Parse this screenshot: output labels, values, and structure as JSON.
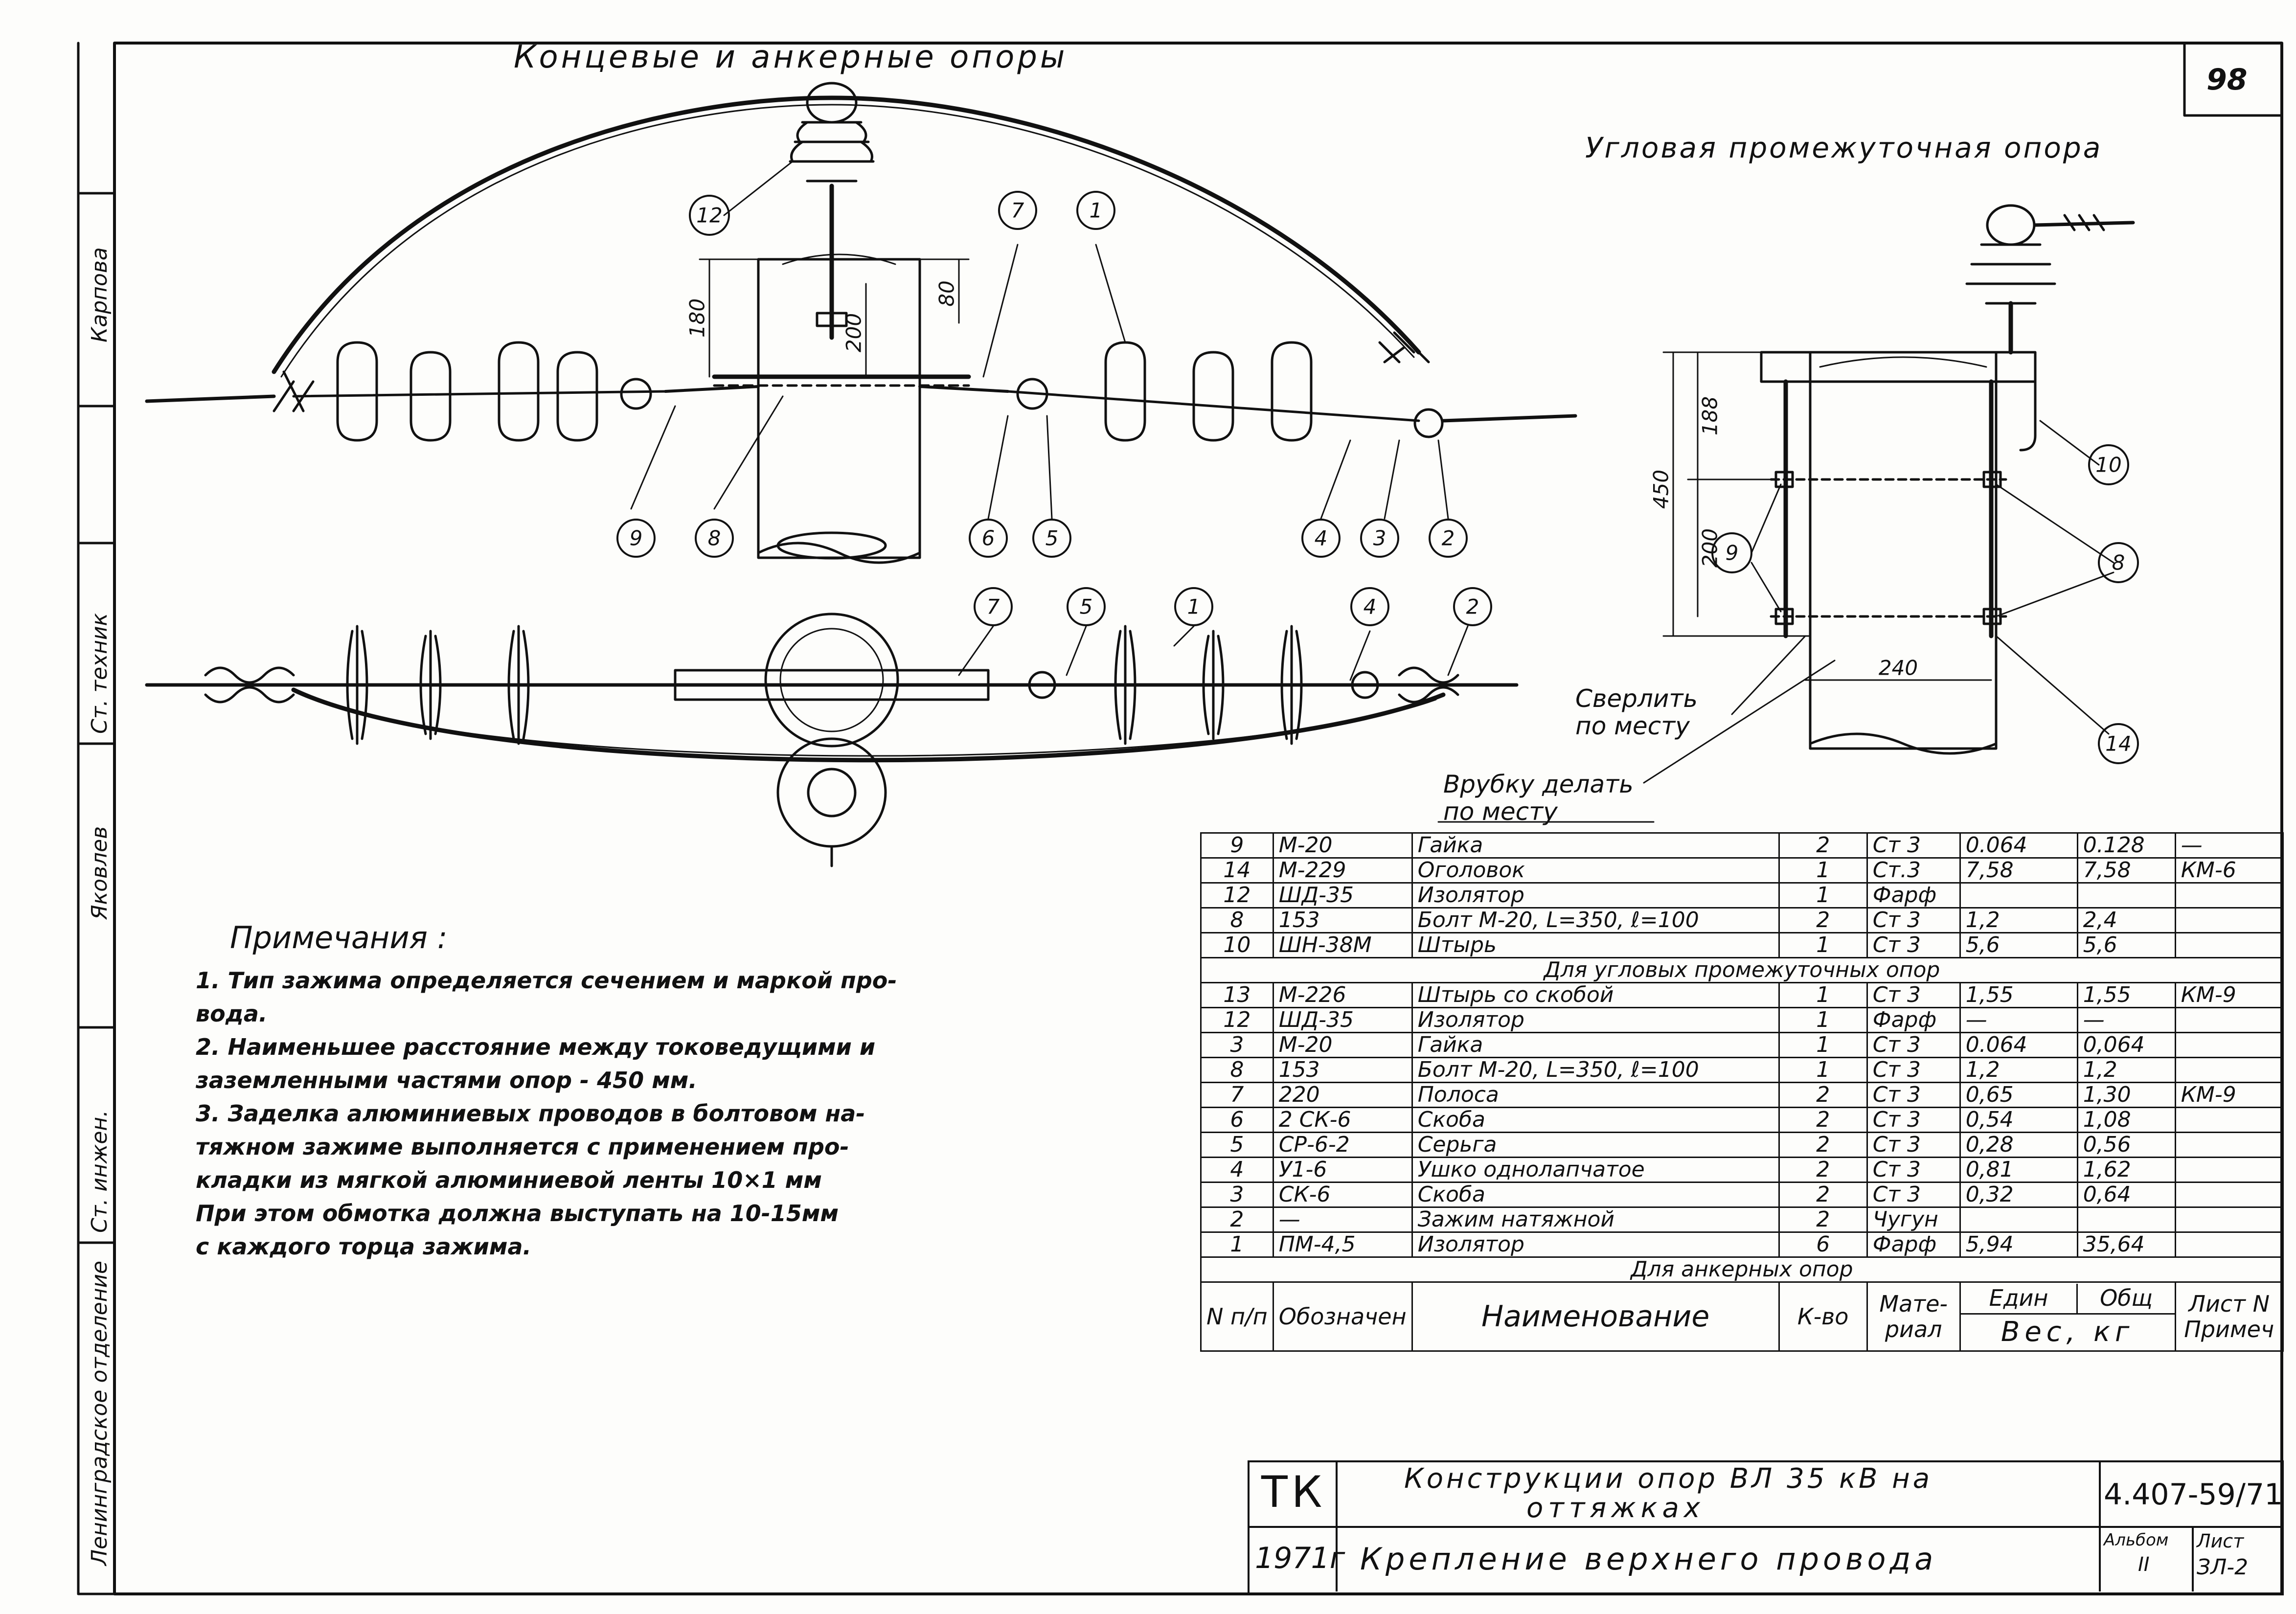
{
  "sheet_number": "98",
  "titles": {
    "end_anchor_supports": "Концевые и анкерные опоры",
    "corner_intermediate_support": "Угловая промежуточная опора"
  },
  "part_markers": {
    "end_view": [
      "12",
      "7",
      "1",
      "9",
      "8",
      "6",
      "5",
      "4",
      "3",
      "2"
    ],
    "plan_view": [
      "7",
      "5",
      "1",
      "4",
      "2"
    ],
    "corner_view": [
      "10",
      "9",
      "8",
      "14"
    ]
  },
  "dimensions": {
    "end": [
      "180",
      "200",
      "80"
    ],
    "corner": [
      "188",
      "450",
      "200",
      "240"
    ]
  },
  "field_notes": {
    "drill": [
      "Сверлить",
      "по месту"
    ],
    "notch": [
      "Врубку делать",
      "по месту"
    ]
  },
  "notes": {
    "heading": "Примечания :",
    "lines": [
      "1. Тип зажима определяется сечением и маркой про-",
      "вода.",
      "2. Наименьшее расстояние между токоведущими и",
      "заземленными частями опор - 450 мм.",
      "3. Заделка алюминиевых проводов в болтовом на-",
      "тяжном зажиме выполняется с применением про-",
      "кладки из мягкой алюминиевой ленты 10×1 мм",
      "При этом обмотка должна выступать на 10-15мм",
      "с каждого торца зажима."
    ]
  },
  "side_stamp": {
    "org": "Ленинградское отделение",
    "role_engineer": "Ст. инжен.",
    "role_technician": "Ст. техник",
    "names": [
      "Яковлев",
      "Карпова"
    ]
  },
  "spec_table": {
    "corner_rows": [
      [
        "9",
        "М-20",
        "Гайка",
        "2",
        "Ст 3",
        "0.064",
        "0.128",
        "—"
      ],
      [
        "14",
        "М-229",
        "Оголовок",
        "1",
        "Ст.3",
        "7,58",
        "7,58",
        "КМ-6"
      ],
      [
        "12",
        "ШД-35",
        "Изолятор",
        "1",
        "Фарф",
        "",
        "",
        ""
      ],
      [
        "8",
        "153",
        "Болт М-20, L=350, ℓ=100",
        "2",
        "Ст 3",
        "1,2",
        "2,4",
        ""
      ],
      [
        "10",
        "ШН-38М",
        "Штырь",
        "1",
        "Ст 3",
        "5,6",
        "5,6",
        ""
      ]
    ],
    "corner_section_label": "Для угловых промежуточных опор",
    "anchor_rows": [
      [
        "13",
        "М-226",
        "Штырь со скобой",
        "1",
        "Ст 3",
        "1,55",
        "1,55",
        "КМ-9"
      ],
      [
        "12",
        "ШД-35",
        "Изолятор",
        "1",
        "Фарф",
        "—",
        "—",
        ""
      ],
      [
        "3",
        "М-20",
        "Гайка",
        "1",
        "Ст 3",
        "0.064",
        "0,064",
        ""
      ],
      [
        "8",
        "153",
        "Болт М-20, L=350, ℓ=100",
        "1",
        "Ст 3",
        "1,2",
        "1,2",
        ""
      ],
      [
        "7",
        "220",
        "Полоса",
        "2",
        "Ст 3",
        "0,65",
        "1,30",
        "КМ-9"
      ],
      [
        "6",
        "2 СК-6",
        "Скоба",
        "2",
        "Ст 3",
        "0,54",
        "1,08",
        ""
      ],
      [
        "5",
        "СР-6-2",
        "Серьга",
        "2",
        "Ст 3",
        "0,28",
        "0,56",
        ""
      ],
      [
        "4",
        "У1-6",
        "Ушко однолапчатое",
        "2",
        "Ст 3",
        "0,81",
        "1,62",
        ""
      ],
      [
        "3",
        "СК-6",
        "Скоба",
        "2",
        "Ст 3",
        "0,32",
        "0,64",
        ""
      ],
      [
        "2",
        "—",
        "Зажим натяжной",
        "2",
        "Чугун",
        "",
        "",
        ""
      ],
      [
        "1",
        "ПМ-4,5",
        "Изолятор",
        "6",
        "Фарф",
        "5,94",
        "35,64",
        ""
      ]
    ],
    "anchor_section_label": "Для анкерных опор",
    "header": {
      "no": "N п/п",
      "designation": "Обозначен",
      "name": "Наименование",
      "qty": "К-во",
      "material": "Мате- риал",
      "unit": "Един",
      "total": "Общ",
      "weight": "Вес, кг",
      "sheet_note": "Лист N Примеч"
    }
  },
  "title_block": {
    "code": "ТК",
    "year": "1971г",
    "title_line1": "Конструкции опор ВЛ 35 кВ на",
    "title_line2": "оттяжках",
    "subtitle": "Крепление верхнего провода",
    "doc_number": "4.407-59/71",
    "album_label": "Альбом",
    "album_value": "II",
    "sheet_label": "Лист",
    "sheet_value": "ЗЛ-2"
  }
}
